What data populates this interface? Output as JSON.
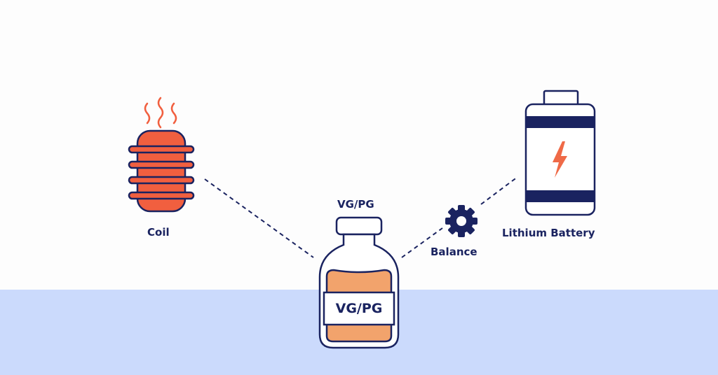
{
  "colors": {
    "background": "#fdfdfd",
    "floor": "#cbdafc",
    "navy": "#1a2360",
    "coil_orange": "#f15f3f",
    "liquid_orange": "#f2a36c",
    "bolt_orange": "#ef6a47"
  },
  "labels": {
    "coil": "Coil",
    "vgpg_top": "VG/PG",
    "vgpg_bottle": "VG/PG",
    "balance": "Balance",
    "battery": "Lithium Battery"
  },
  "icons": {
    "coil": "heating-coil-icon",
    "bottle": "liquid-bottle-icon",
    "gear": "gear-icon",
    "battery": "battery-icon",
    "bolt": "lightning-bolt-icon"
  }
}
